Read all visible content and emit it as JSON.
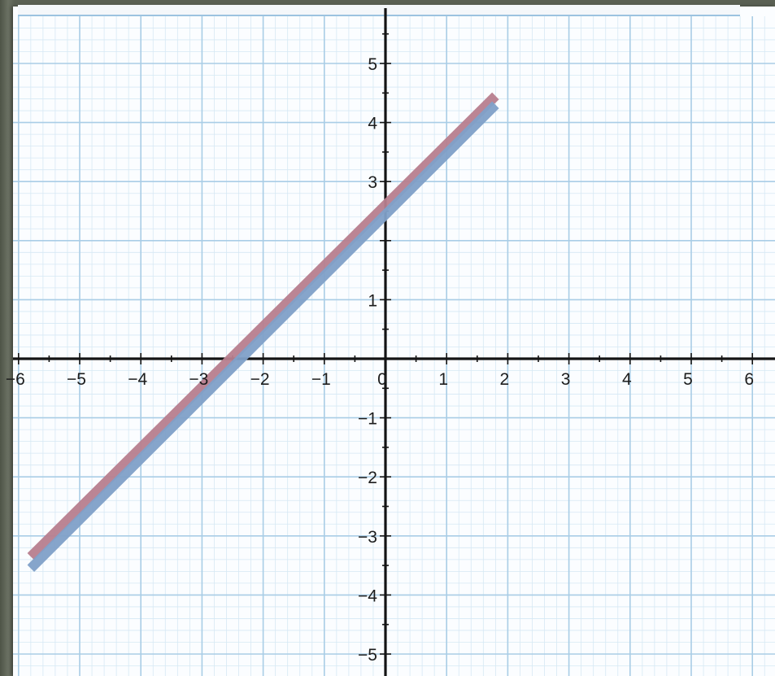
{
  "chart_data": {
    "type": "line",
    "title": "",
    "xlabel": "",
    "ylabel": "",
    "xlim": [
      -6.1,
      6.3
    ],
    "ylim": [
      -5.3,
      5.6
    ],
    "grid": true,
    "x_ticks": [
      {
        "value": -6,
        "label": "−6"
      },
      {
        "value": -5,
        "label": "−5"
      },
      {
        "value": -4,
        "label": "−4"
      },
      {
        "value": -3,
        "label": "−3"
      },
      {
        "value": -2,
        "label": "−2"
      },
      {
        "value": -1,
        "label": "−1"
      },
      {
        "value": 0,
        "label": "0"
      },
      {
        "value": 1,
        "label": "1"
      },
      {
        "value": 2,
        "label": "2"
      },
      {
        "value": 3,
        "label": "3"
      },
      {
        "value": 4,
        "label": "4"
      },
      {
        "value": 5,
        "label": "5"
      },
      {
        "value": 6,
        "label": "6"
      }
    ],
    "y_ticks": [
      {
        "value": 5,
        "label": "5"
      },
      {
        "value": 4,
        "label": "4"
      },
      {
        "value": 3,
        "label": "3"
      },
      {
        "value": 1,
        "label": "1"
      },
      {
        "value": -1,
        "label": "−1"
      },
      {
        "value": -2,
        "label": "−2"
      },
      {
        "value": -3,
        "label": "−3"
      },
      {
        "value": -4,
        "label": "−4"
      },
      {
        "value": -5,
        "label": "−5"
      }
    ],
    "series": [
      {
        "color": "#b77e8e",
        "x": [
          -5.8,
          1.8
        ],
        "y": [
          -3.35,
          4.45
        ]
      },
      {
        "color": "#7fa0c8",
        "x": [
          -5.8,
          1.8
        ],
        "y": [
          -3.55,
          4.3
        ]
      }
    ],
    "colors": {
      "grid_major": "#a9cde6",
      "grid_minor": "#d6e8f4",
      "axis": "#141414"
    }
  }
}
